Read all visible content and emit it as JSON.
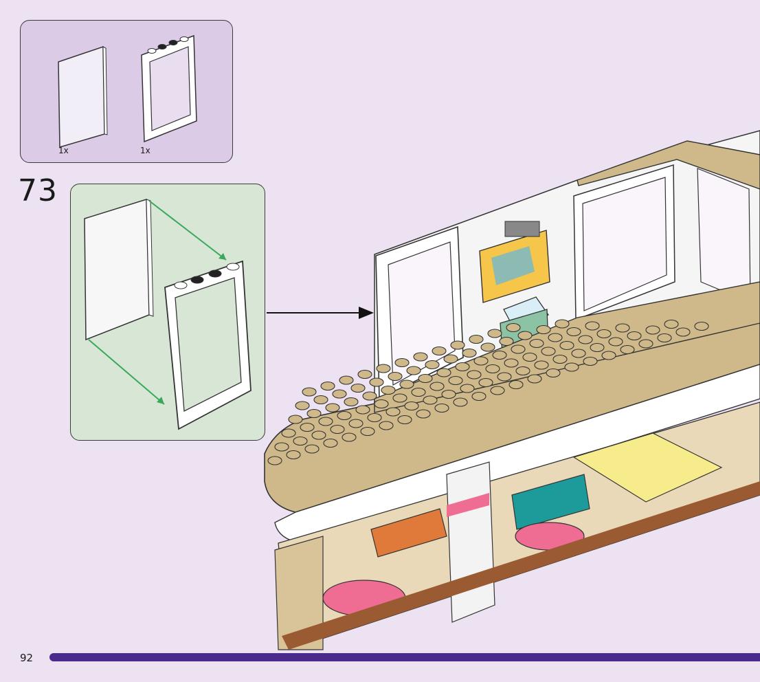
{
  "step": {
    "number": "73"
  },
  "parts": [
    {
      "name": "window-glass",
      "quantity": "1x"
    },
    {
      "name": "window-frame",
      "quantity": "1x"
    }
  ],
  "page": {
    "number": "92"
  },
  "colors": {
    "background": "#ece2f1",
    "parts_box": "#dccbe6",
    "sub_assembly_box": "#d7e6d5",
    "footer_bar": "#4a2a8a",
    "arrow_green": "#3aa85a",
    "tan": "#cfb98a",
    "pink": "#ef6d92",
    "teal": "#1d9a9a",
    "yellow": "#f7ec8c"
  }
}
